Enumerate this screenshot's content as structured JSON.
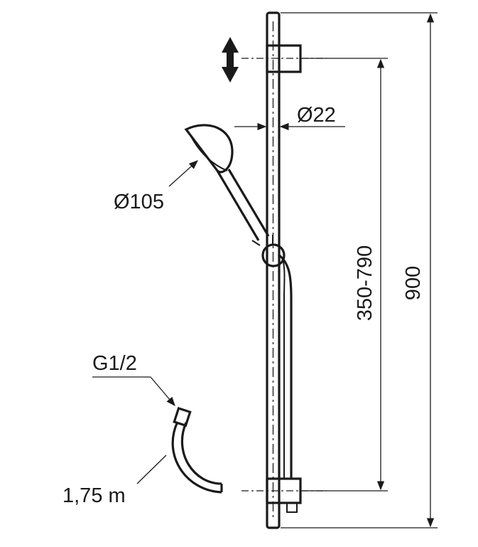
{
  "diagram": {
    "labels": {
      "bar_diameter": "Ø22",
      "head_diameter": "Ø105",
      "slide_range": "350-790",
      "bar_length": "900",
      "connection_thread": "G1/2",
      "hose_length": "1,75 m"
    },
    "icons": {
      "adjust_direction": "double-arrow-vertical-icon"
    },
    "colors": {
      "line": "#1a1a1a",
      "background": "#ffffff"
    }
  }
}
